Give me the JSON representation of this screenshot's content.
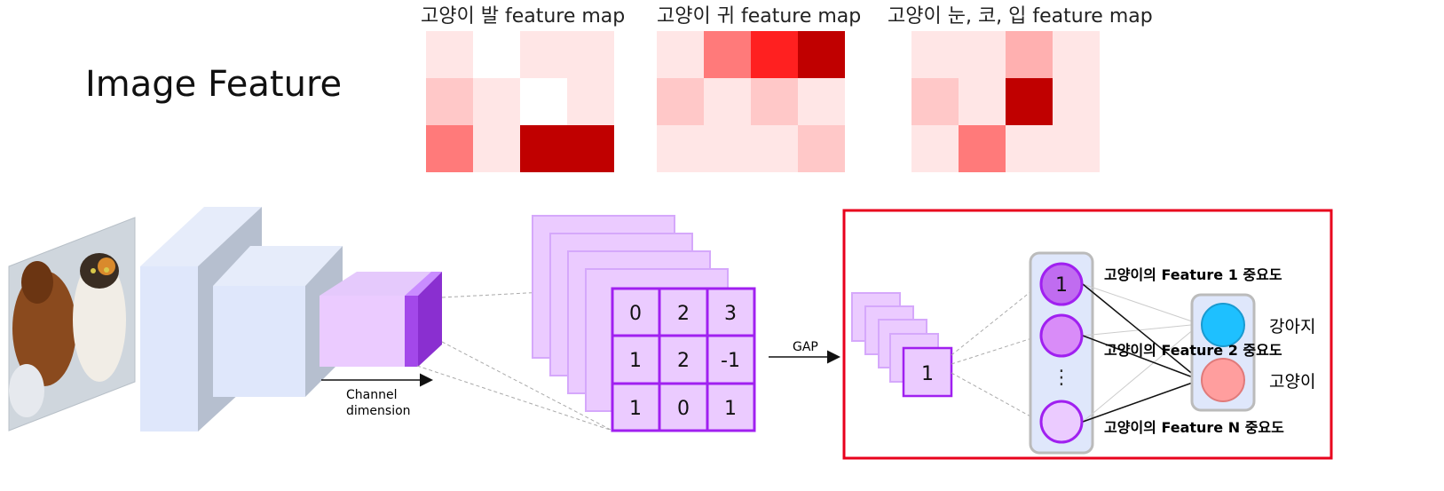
{
  "title": "Image Feature",
  "feature_maps": [
    {
      "label": "고양이 발 feature map",
      "cells": [
        "#ffe6e6",
        "#ffffff",
        "#ffe6e6",
        "#ffe6e6",
        "#ffc8c8",
        "#ffe6e6",
        "#ffffff",
        "#ffe6e6",
        "#ff7a7a",
        "#ffe6e6",
        "#c00000",
        "#c00000"
      ]
    },
    {
      "label": "고양이 귀 feature map",
      "cells": [
        "#ffe6e6",
        "#ff7a7a",
        "#ff2020",
        "#c00000",
        "#ffc8c8",
        "#ffe6e6",
        "#ffc8c8",
        "#ffe6e6",
        "#ffe6e6",
        "#ffe6e6",
        "#ffe6e6",
        "#ffc8c8"
      ]
    },
    {
      "label": "고양이 눈, 코, 입 feature map",
      "cells": [
        "#ffe6e6",
        "#ffe6e6",
        "#ffb0b0",
        "#ffe6e6",
        "#ffc8c8",
        "#ffe6e6",
        "#c00000",
        "#ffe6e6",
        "#ffe6e6",
        "#ff7a7a",
        "#ffe6e6",
        "#ffe6e6"
      ]
    }
  ],
  "channel_label_1": "Channel",
  "channel_label_2": "dimension",
  "matrix": [
    "0",
    "2",
    "3",
    "1",
    "2",
    "-1",
    "1",
    "0",
    "1"
  ],
  "gap_label": "GAP",
  "pooled_value": "1",
  "neuron_first": "1",
  "neuron_dots": "⋮",
  "importance_labels": [
    "고양이의 Feature 1 중요도",
    "고양이의 Feature 2 중요도",
    "고양이의 Feature N 중요도"
  ],
  "output_labels": [
    "강아지",
    "고양이"
  ],
  "colors": {
    "highlight_box": "#e8001c",
    "purple": "#a020f0",
    "dog_node": "#1ec0ff",
    "cat_node": "#ff9e9e"
  }
}
